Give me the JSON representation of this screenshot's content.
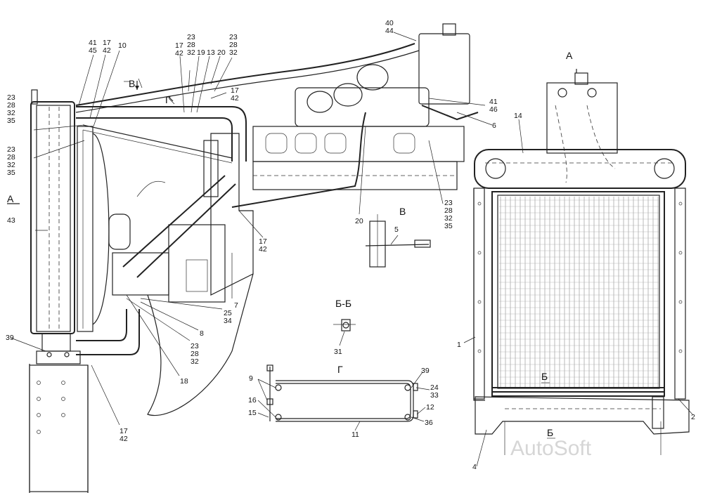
{
  "callouts": {
    "c40_44": [
      "40",
      "44"
    ],
    "c41_45": [
      "41",
      "45"
    ],
    "c17_42_top": [
      "17",
      "42"
    ],
    "c10": [
      "10"
    ],
    "c23_28_32_a": [
      "23",
      "28",
      "32"
    ],
    "c17_42_mid": [
      "17",
      "42"
    ],
    "c19": [
      "19"
    ],
    "c13": [
      "13"
    ],
    "c20_top": [
      "20"
    ],
    "c23_28_32_b": [
      "23",
      "28",
      "32"
    ],
    "c17_42_r": [
      "17",
      "42"
    ],
    "c41_46": [
      "41",
      "46"
    ],
    "c6": [
      "6"
    ],
    "c14": [
      "14"
    ],
    "c23_28_32_35_l1": [
      "23",
      "28",
      "32",
      "35"
    ],
    "c23_28_32_35_l2": [
      "23",
      "28",
      "32",
      "35"
    ],
    "c43": [
      "43"
    ],
    "c23_28_32_35_r": [
      "23",
      "28",
      "32",
      "35"
    ],
    "c20_mid": [
      "20"
    ],
    "c5": [
      "5"
    ],
    "c17_42_ctr": [
      "17",
      "42"
    ],
    "c7": [
      "7"
    ],
    "c25_34": [
      "25",
      "34"
    ],
    "c8": [
      "8"
    ],
    "c23_28_32_c": [
      "23",
      "28",
      "32"
    ],
    "c18": [
      "18"
    ],
    "c39_l": [
      "39"
    ],
    "c17_42_bot": [
      "17",
      "42"
    ],
    "c31": [
      "31"
    ],
    "c9": [
      "9"
    ],
    "c39_r": [
      "39"
    ],
    "c24_33": [
      "24",
      "33"
    ],
    "c16": [
      "16"
    ],
    "c12": [
      "12"
    ],
    "c15": [
      "15"
    ],
    "c36": [
      "36"
    ],
    "c11": [
      "11"
    ],
    "c1": [
      "1"
    ],
    "c2": [
      "2"
    ],
    "c4": [
      "4"
    ]
  },
  "views": {
    "A_top": "А",
    "A_left": "А",
    "V_arrow": "В",
    "G_arrow": "Г",
    "V_view": "В",
    "BB_view": "Б-Б",
    "G_view": "Г",
    "B_upper": "Б",
    "B_lower": "Б"
  },
  "watermark": "AutoSoft"
}
